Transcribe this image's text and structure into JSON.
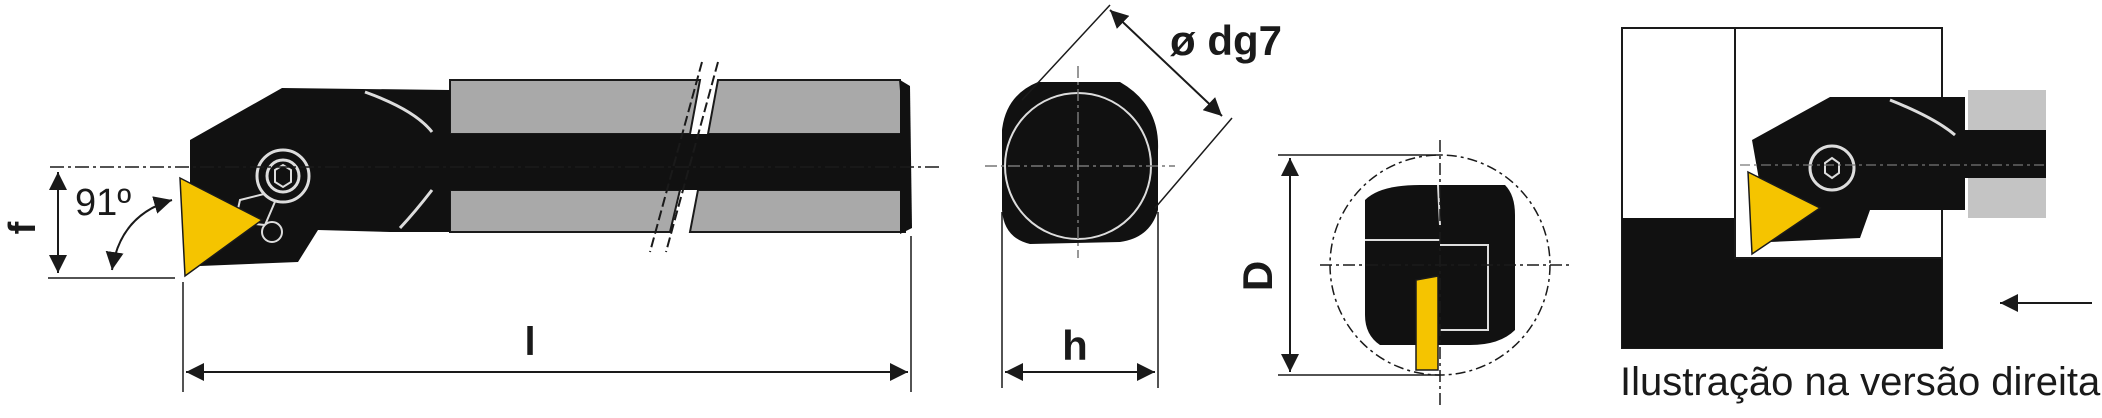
{
  "labels": {
    "angle": "91º",
    "f": "f",
    "length": "l",
    "diameter": "ø dg7",
    "height": "h",
    "bore": "D"
  },
  "caption": "Ilustração na versão direita",
  "colors": {
    "tool_body": "#111111",
    "insert": "#f5c400",
    "shank_grey": "#a9a9a9",
    "panel_grey": "#c4c4c4",
    "line": "#1a1a1a"
  },
  "icons": {
    "direction_arrow": "arrow-left-icon",
    "insert_screw": "hex-screw-icon"
  }
}
